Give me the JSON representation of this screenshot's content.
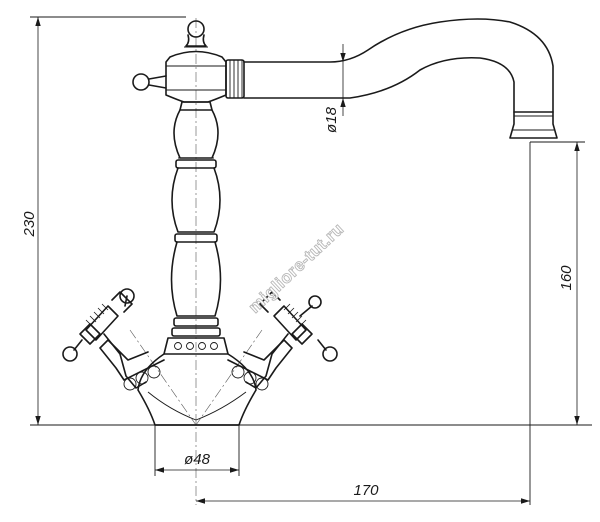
{
  "dimensions": {
    "height_total": "230",
    "height_spout": "160",
    "width_reach": "170",
    "base_diameter": "ø48",
    "spout_diameter": "ø18"
  },
  "watermark": "migliore-tut.ru"
}
